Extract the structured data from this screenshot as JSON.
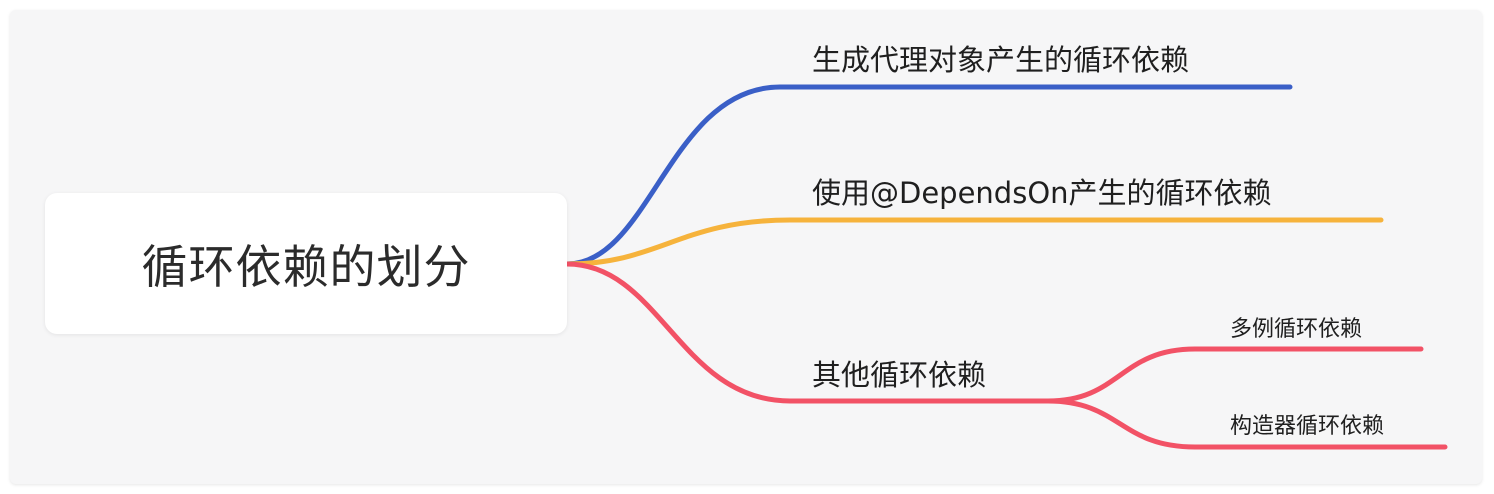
{
  "mindmap": {
    "root": {
      "label": "循环依赖的划分"
    },
    "branches": [
      {
        "label": "生成代理对象产生的循环依赖",
        "color": "#3a5fc7"
      },
      {
        "label": "使用@DependsOn产生的循环依赖",
        "color": "#f6b33c"
      },
      {
        "label": "其他循环依赖",
        "color": "#f25266",
        "children": [
          {
            "label": "多例循环依赖"
          },
          {
            "label": "构造器循环依赖"
          }
        ]
      }
    ]
  }
}
